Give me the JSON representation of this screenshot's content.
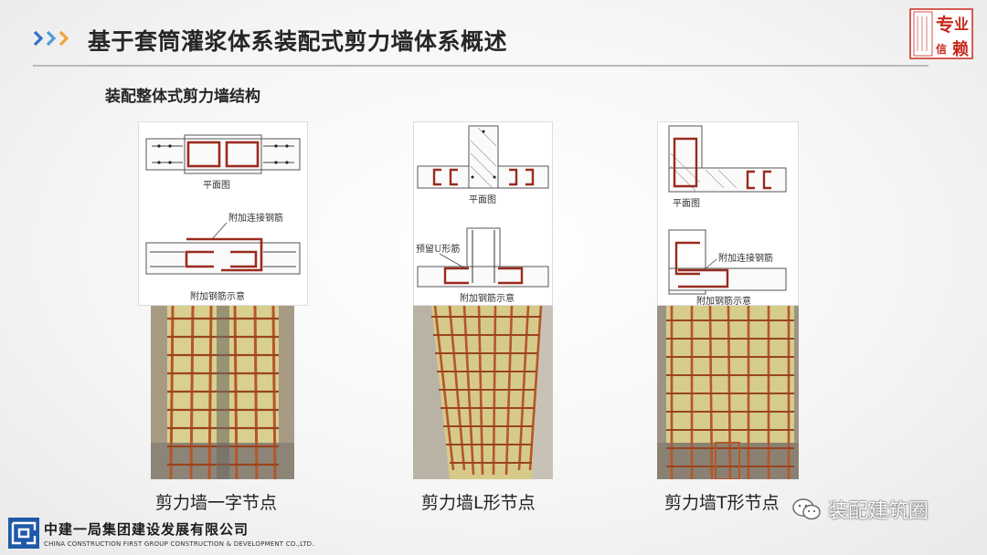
{
  "header": {
    "title": "基于套筒灌浆体系装配式剪力墙体系概述",
    "seal_text": [
      "专",
      "业",
      "信",
      "赖"
    ],
    "chevron_colors": [
      "#2f72c4",
      "#4e9ad8",
      "#f2a23a"
    ]
  },
  "section": {
    "subtitle": "装配整体式剪力墙结构"
  },
  "panels": [
    {
      "caption": "剪力墙一字节点",
      "drawing_labels": {
        "plan": "平面图",
        "rebar_note": "附加连接钢筋",
        "schematic": "附加钢筋示意"
      }
    },
    {
      "caption": "剪力墙L形节点",
      "drawing_labels": {
        "plan": "平面图",
        "rebar_note": "预留U形筋",
        "schematic": "附加钢筋示意"
      }
    },
    {
      "caption": "剪力墙T形节点",
      "drawing_labels": {
        "plan": "平面图",
        "rebar_note": "附加连接钢筋",
        "schematic": "附加钢筋示意"
      }
    }
  ],
  "footer": {
    "company_cn": "中建一局集团建设发展有限公司",
    "company_en": "CHINA CONSTRUCTION FIRST GROUP CONSTRUCTION & DEVELOPMENT CO.,LTD.",
    "watermark": "装配建筑圈"
  },
  "colors": {
    "rebar": "#9a2a1e",
    "photo_rebar": "#b5562a",
    "logo_blue": "#1f5aa8",
    "seal_red": "#c8291c"
  }
}
